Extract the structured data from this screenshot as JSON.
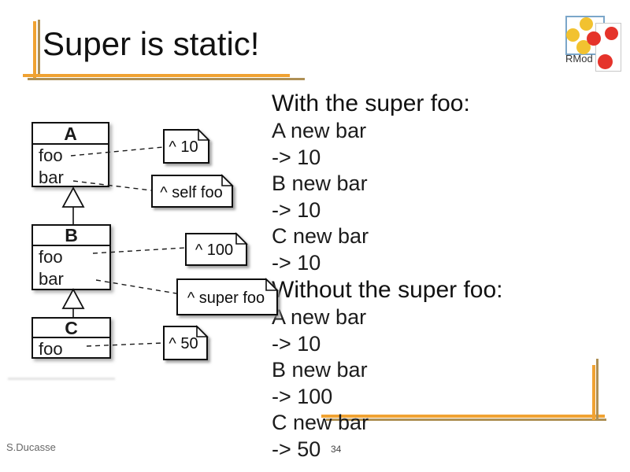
{
  "title": "Super is static!",
  "logo": {
    "text": "RMod"
  },
  "diagram": {
    "classes": [
      {
        "name": "A",
        "attrs": [
          "foo",
          "bar"
        ]
      },
      {
        "name": "B",
        "attrs": [
          "foo",
          "bar"
        ]
      },
      {
        "name": "C",
        "attrs": [
          "foo"
        ]
      }
    ],
    "notes": [
      "^ 10",
      "^ self foo",
      "^ 100",
      "^ super foo",
      "^ 50"
    ]
  },
  "results": {
    "with": {
      "heading": "With the super foo:",
      "lines": [
        "A new bar",
        "-> 10",
        "B new bar",
        "-> 10",
        "C new bar",
        "-> 10"
      ]
    },
    "without": {
      "heading": "Without the super foo:",
      "lines": [
        "A new bar",
        "-> 10",
        "B new bar",
        "-> 100",
        "C new bar",
        "-> 50"
      ]
    }
  },
  "footer": {
    "author": "S.Ducasse",
    "page": "34"
  },
  "colors": {
    "accent_orange": "#F0A232",
    "accent_tan": "#AE9055",
    "logo_yellow": "#F2C230",
    "logo_red": "#E5332A",
    "logo_border_blue": "#7BA6C9"
  }
}
